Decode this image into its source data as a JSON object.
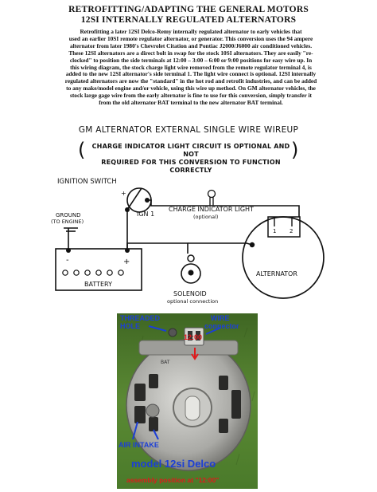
{
  "title": {
    "line1": "RETROFITTING/ADAPTING THE GENERAL MOTORS",
    "line2": "12SI INTERNALLY REGULATED ALTERNATORS"
  },
  "paragraph": [
    "Retrofitting a later 12SI Delco-Remy internally regulated alternator to early vehicles that",
    "used an earlier 10SI remote regulator alternator, or generator. This conversion uses the 94 ampere",
    "alternator from later 1980's Chevrolet Citation and Pontiac J2000/J6000 air conditioned vehicles.",
    "These 12SI alternators are a direct bolt in swap for the stock 10SI alternators. They are easily \"re-",
    "clocked\" to position the side terminals at 12:00 – 3:00 – 6:00 or 9:00 positions for easy wire up. In",
    "this wiring diagram, the stock charge light wire removed from the remote regulator terminal 4, is",
    "added to the new 12SI alternator's side terminal 1. The light wire connect is optional. 12SI internally",
    "regulated alternators are now the \"standard\" in the hot rod and retrofit industries, and can be added",
    "to any make/model engine and/or vehicle, using this wire up method. On GM alternator vehicles, the",
    "stock large gage wire from the early alternator is fine to use for this conversion, simply transfer it",
    "from the old alternator BAT terminal to the new alternator BAT terminal."
  ],
  "diagram": {
    "heading": "GM ALTERNATOR EXTERNAL SINGLE WIRE WIREUP",
    "note_line1": "CHARGE INDICATOR LIGHT CIRCUIT IS OPTIONAL AND NOT",
    "note_line2": "REQUIRED FOR THIS CONVERSION TO FUNCTION CORRECTLY",
    "ignition_switch": "IGNITION SWITCH",
    "ign1": "IGN 1",
    "charge_light": "CHARGE INDICATOR LIGHT",
    "optional": "(optional)",
    "ground": "GROUND",
    "to_engine": "(TO ENGINE)",
    "battery": "BATTERY",
    "solenoid": "SOLENOID",
    "optional_connection": "optional connection",
    "alternator": "ALTERNATOR",
    "terminal1": "1",
    "terminal2": "2",
    "plus": "+",
    "minus": "-"
  },
  "photo": {
    "threaded_hole": "THREADED\nHOLE",
    "wire_connector": "WIRE\nconnector",
    "clock": "12:00",
    "bat": "BAT",
    "air_intake": "AIR INTAKE",
    "model": "model 12si Delco",
    "position": "assembly position at \"12:00\"",
    "colors": {
      "grass": "#4f7a2c",
      "metal": "#b8b8b4",
      "blue": "#1c3fd6",
      "red": "#e0191b"
    }
  }
}
